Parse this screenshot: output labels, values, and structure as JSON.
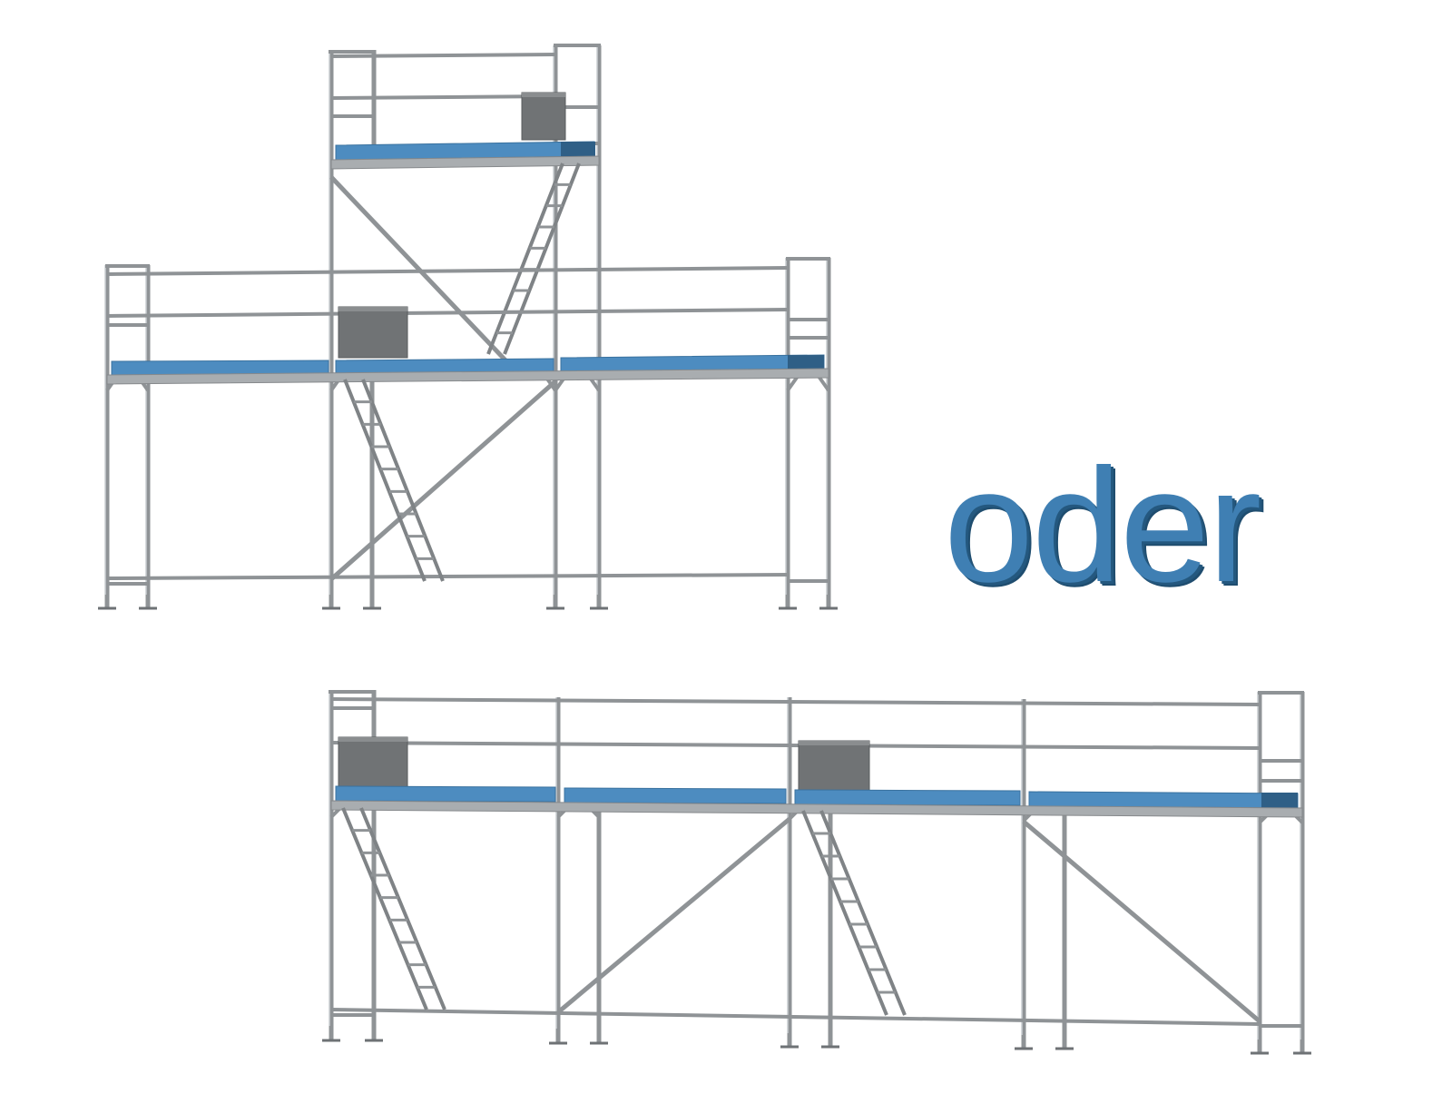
{
  "caption": {
    "word": "oder"
  },
  "colors": {
    "caption_blue": "#3f7fb3",
    "deck_blue": "#4d8cc0",
    "frame_grey": "#8f9396",
    "box_grey": "#707375",
    "background": "#ffffff"
  },
  "illustrations": [
    {
      "name": "scaffold-variant-stepped",
      "levels": 2,
      "bays_lower": 3,
      "bays_upper": 1,
      "ladders": 2,
      "toolboxes": 2
    },
    {
      "name": "scaffold-variant-long",
      "levels": 1,
      "bays": 4,
      "ladders": 2,
      "toolboxes": 2
    }
  ]
}
